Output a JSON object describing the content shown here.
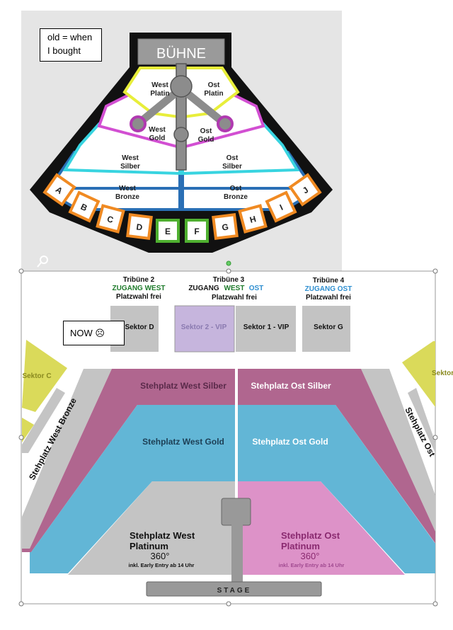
{
  "old_map": {
    "note_line1": "old = when",
    "note_line2": "I bought",
    "stage": "BÜHNE",
    "sections": {
      "west_platin": [
        "West",
        "Platin"
      ],
      "ost_platin": [
        "Ost",
        "Platin"
      ],
      "west_gold": [
        "West",
        "Gold"
      ],
      "ost_gold": [
        "Ost",
        "Gold"
      ],
      "west_silber": [
        "West",
        "Silber"
      ],
      "ost_silber": [
        "Ost",
        "Silber"
      ],
      "west_bronze": [
        "West",
        "Bronze"
      ],
      "ost_bronze": [
        "Ost",
        "Bronze"
      ]
    },
    "blocks": [
      "A",
      "B",
      "C",
      "D",
      "E",
      "F",
      "G",
      "H",
      "I",
      "J"
    ]
  },
  "new_map": {
    "note": "NOW ☹",
    "tribunes": [
      {
        "title": "Tribüne 2",
        "access": "ZUGANG WEST",
        "seat": "Platzwahl frei"
      },
      {
        "title": "Tribüne 3",
        "access_prefix": "ZUGANG",
        "access_west": "WEST",
        "access_ost": "OST",
        "seat": "Platzwahl frei"
      },
      {
        "title": "Tribüne 4",
        "access": "ZUGANG OST",
        "seat": "Platzwahl frei"
      }
    ],
    "sectors": {
      "d": "Sektor D",
      "vip2": "Sektor 2 - VIP",
      "vip1": "Sektor 1 - VIP",
      "g": "Sektor G",
      "c": "Sektor C",
      "right": "Sektor"
    },
    "areas": {
      "west_silber": "Stehplatz West Silber",
      "ost_silber": "Stehplatz Ost Silber",
      "west_gold": "Stehplatz West Gold",
      "ost_gold": "Stehplatz Ost Gold",
      "west_bronze": "Stehplatz West Bronze",
      "ost_bronze": "Stehplatz Ost",
      "west_platinum": [
        "Stehplatz West",
        "Platinum",
        "360°",
        "inkl. Early Entry ab 14 Uhr"
      ],
      "ost_platinum": [
        "Stehplatz Ost",
        "Platinum",
        "360°",
        "inkl. Early Entry ab 14 Uhr"
      ]
    },
    "stage": "STAGE"
  },
  "colors": {
    "green": "#1d7a2a",
    "blue": "#2f8fd0",
    "purple": "#c6b5dd",
    "magenta": "#b0668f",
    "cyan": "#62b6d6",
    "pink": "#dd92c8",
    "gray": "#c4c4c4",
    "yellow": "#dada5a"
  }
}
